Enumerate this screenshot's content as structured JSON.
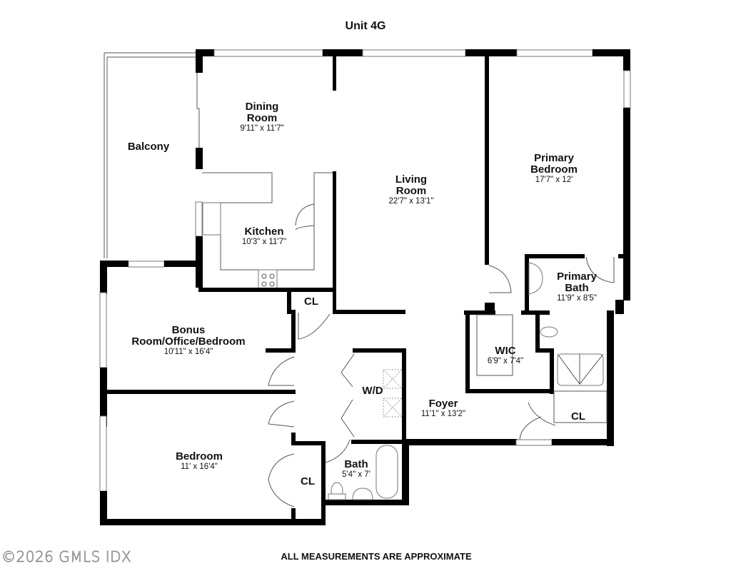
{
  "header": {
    "title": "Unit 4G"
  },
  "rooms": {
    "balcony": {
      "name": "Balcony",
      "dims": ""
    },
    "dining": {
      "name": "Dining Room",
      "dims": "9'11\" x 11'7\""
    },
    "living": {
      "name": "Living Room",
      "dims": "22'7\" x 13'1\""
    },
    "primary_bedroom": {
      "name": "Primary Bedroom",
      "dims": "17'7\" x 12'"
    },
    "kitchen": {
      "name": "Kitchen",
      "dims": "10'3\" x 11'7\""
    },
    "primary_bath": {
      "name": "Primary Bath",
      "dims": "11'9\" x 8'5\""
    },
    "cl_hall": {
      "name": "CL",
      "dims": ""
    },
    "bonus": {
      "name": "Bonus Room/Office/Bedroom",
      "dims": "10'11\" x 16'4\""
    },
    "wic": {
      "name": "WIC",
      "dims": "6'9\" x 7'4\""
    },
    "wd": {
      "name": "W/D",
      "dims": ""
    },
    "foyer": {
      "name": "Foyer",
      "dims": "11'1\" x 13'2\""
    },
    "cl_foyer": {
      "name": "CL",
      "dims": ""
    },
    "bedroom": {
      "name": "Bedroom",
      "dims": "11' x 16'4\""
    },
    "bath": {
      "name": "Bath",
      "dims": "5'4\" x 7'"
    },
    "cl_bedroom": {
      "name": "CL",
      "dims": ""
    }
  },
  "footer": {
    "note": "ALL MEASUREMENTS ARE APPROXIMATE",
    "copyright": "©2026 GMLS IDX"
  },
  "colors": {
    "wall": "#000000",
    "fixture": "#777777",
    "background": "#ffffff"
  }
}
